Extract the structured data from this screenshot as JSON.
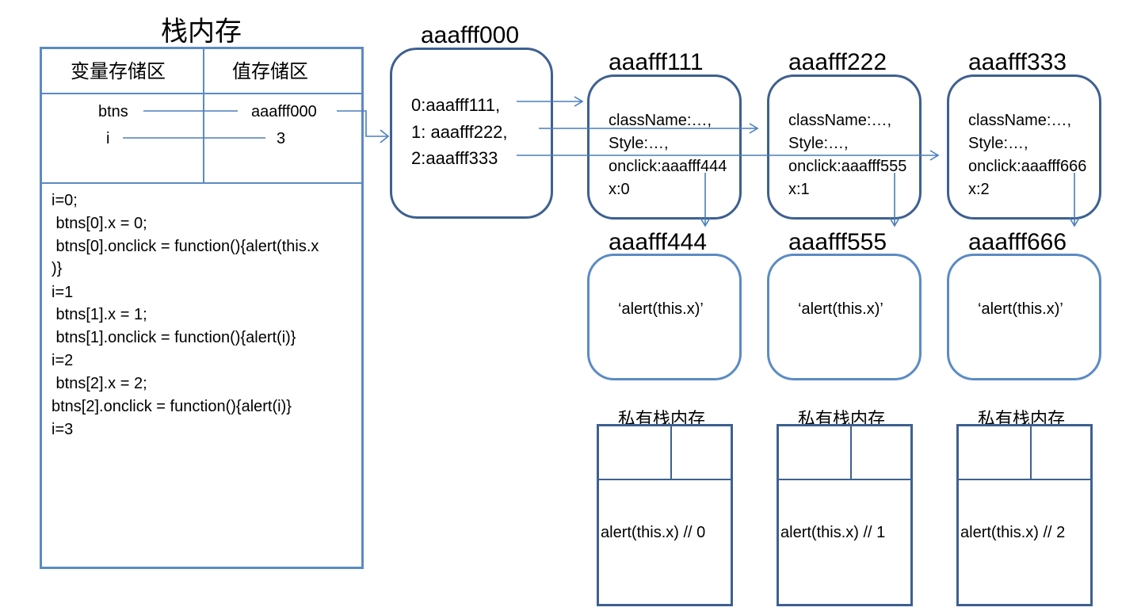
{
  "stack": {
    "title": "栈内存",
    "var_header": "变量存储区",
    "val_header": "值存储区",
    "rows": [
      {
        "name": "btns",
        "value": "aaafff000"
      },
      {
        "name": "i",
        "value": "3"
      }
    ],
    "code": [
      "i=0;",
      " btns[0].x = 0;",
      " btns[0].onclick = function(){alert(this.x",
      ")}",
      "i=1",
      " btns[1].x = 1;",
      " btns[1].onclick = function(){alert(i)}",
      "i=2",
      " btns[2].x = 2;",
      "btns[2].onclick = function(){alert(i)}",
      "i=3"
    ]
  },
  "array_obj": {
    "addr": "aaafff000",
    "lines": [
      "0:aaafff111,",
      "1: aaafff222,",
      "2:aaafff333"
    ]
  },
  "objects": [
    {
      "addr": "aaafff111",
      "lines": [
        "className:…,",
        "Style:…,",
        "onclick:aaafff444",
        "x:0"
      ]
    },
    {
      "addr": "aaafff222",
      "lines": [
        "className:…,",
        "Style:…,",
        "onclick:aaafff555",
        "x:1"
      ]
    },
    {
      "addr": "aaafff333",
      "lines": [
        "className:…,",
        "Style:…,",
        "onclick:aaafff666",
        "x:2"
      ]
    }
  ],
  "functions": [
    {
      "addr": "aaafff444",
      "body": "‘alert(this.x)’"
    },
    {
      "addr": "aaafff555",
      "body": "‘alert(this.x)’"
    },
    {
      "addr": "aaafff666",
      "body": "‘alert(this.x)’"
    }
  ],
  "private_stacks": [
    {
      "title": "私有栈内存",
      "body": "alert(this.x) // 0"
    },
    {
      "title": "私有栈内存",
      "body": "alert(this.x) // 1"
    },
    {
      "title": "私有栈内存",
      "body": "alert(this.x) // 2"
    }
  ],
  "colors": {
    "dark_border": "#3e6090",
    "light_border": "#5b8bc4",
    "arrow": "#4a7ebb"
  }
}
